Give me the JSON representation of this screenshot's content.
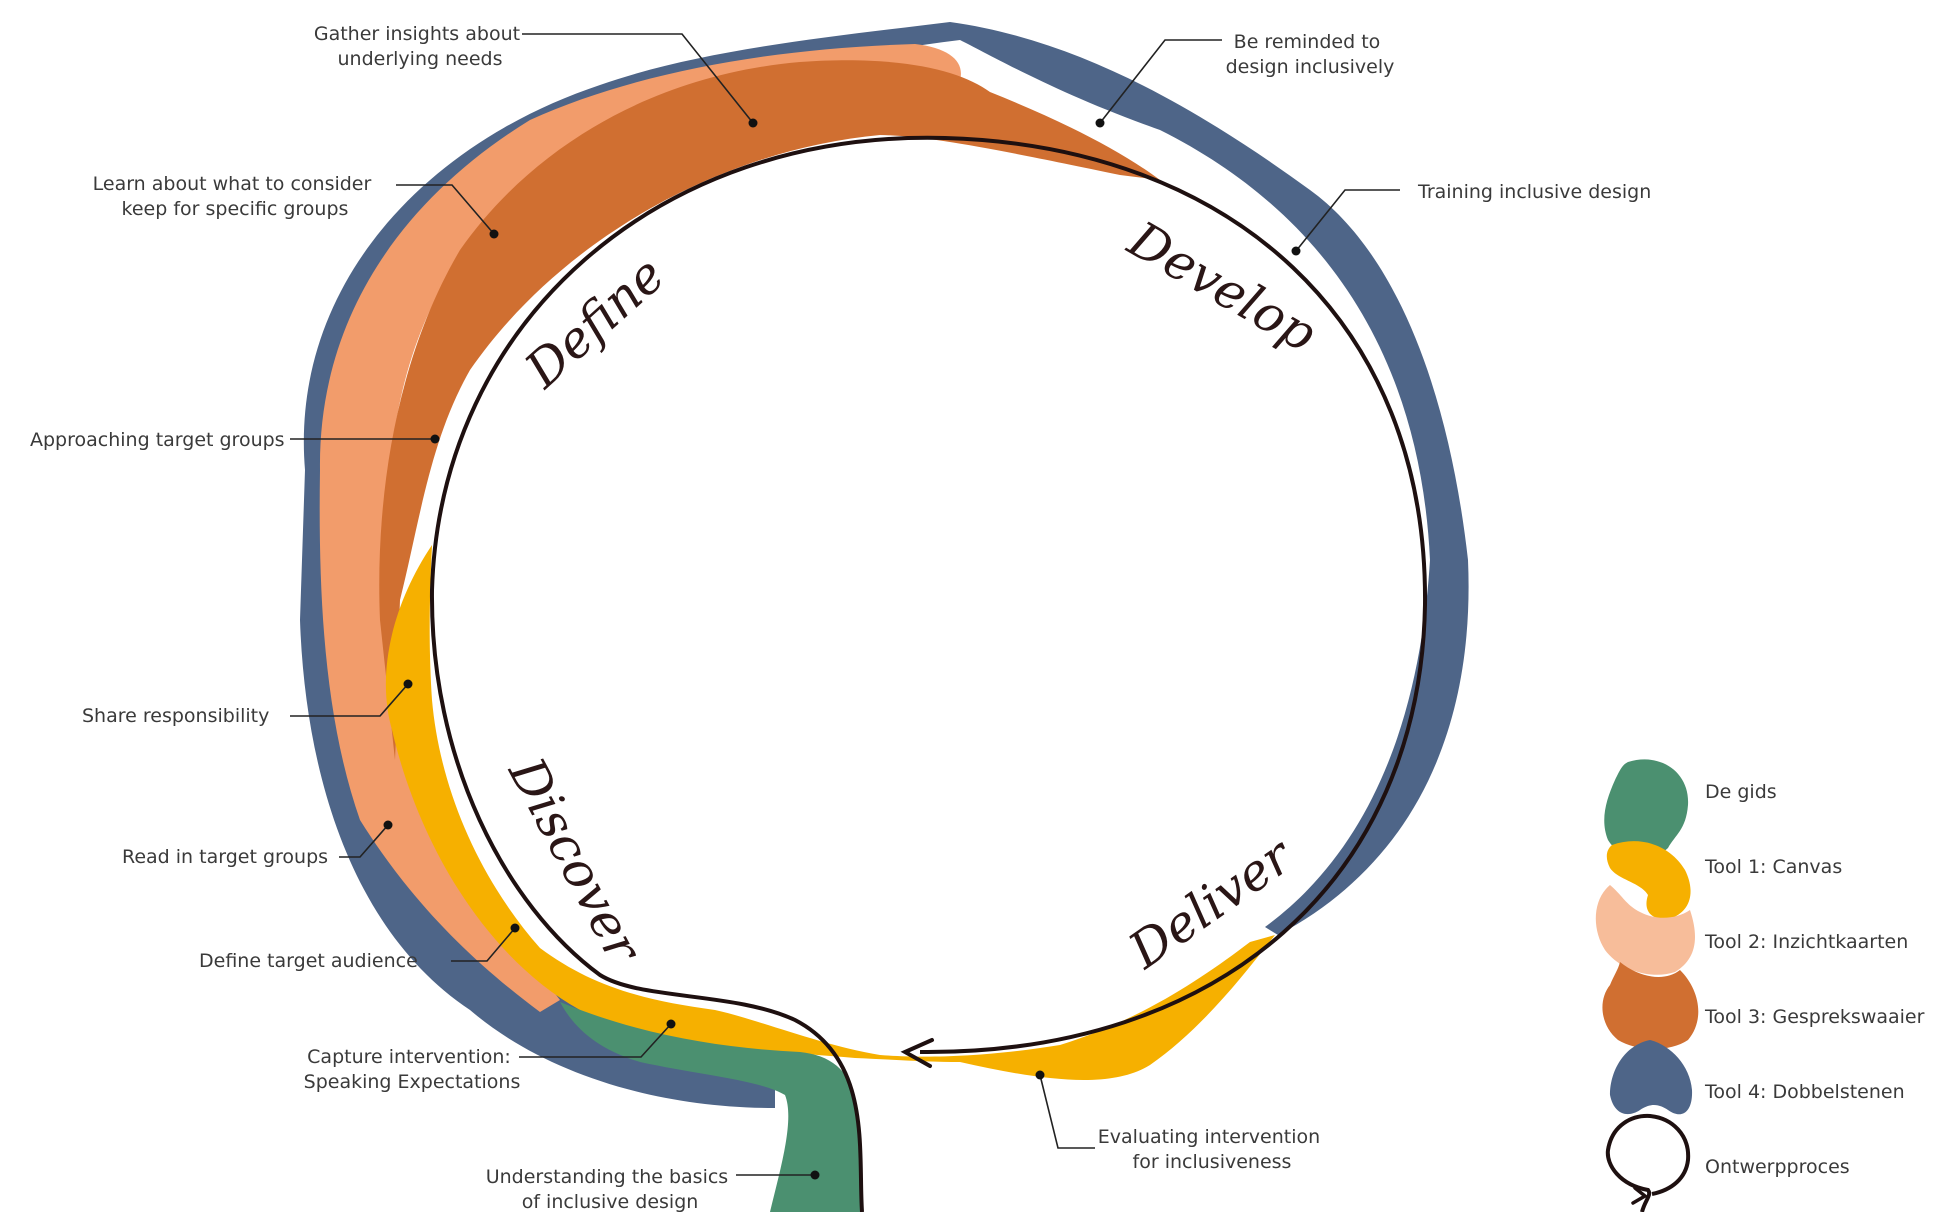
{
  "colors": {
    "de_gids": "#4b9070",
    "canvas": "#f6b000",
    "inzichtkaarten": "#f29c6b",
    "gespreks": "#d06f31",
    "dobbelstenen": "#4e6588",
    "process_line": "#1e1010"
  },
  "phases": {
    "define": "Define",
    "develop": "Develop",
    "discover": "Discover",
    "deliver": "Deliver"
  },
  "labels": {
    "gather": [
      "Gather insights about",
      "underlying needs"
    ],
    "reminded": [
      "Be reminded to",
      "design inclusively"
    ],
    "training": [
      "Training inclusive design"
    ],
    "learn": [
      "Learn about what to consider",
      "keep for specific groups"
    ],
    "approach": [
      "Approaching target groups"
    ],
    "share": [
      "Share responsibility"
    ],
    "read": [
      "Read in target groups"
    ],
    "define_aud": [
      "Define target audience"
    ],
    "capture": [
      "Capture intervention:",
      "Speaking Expectations"
    ],
    "evaluating": [
      "Evaluating intervention",
      "for inclusiveness"
    ],
    "understanding": [
      "Understanding the basics",
      "of inclusive design"
    ]
  },
  "legend": [
    {
      "label": "De gids",
      "icon": "de-gids-blob"
    },
    {
      "label": "Tool 1: Canvas",
      "icon": "canvas-blob"
    },
    {
      "label": "Tool 2: Inzichtkaarten",
      "icon": "inzichtkaarten-blob"
    },
    {
      "label": "Tool 3: Gesprekswaaier",
      "icon": "gesprekswaaier-blob"
    },
    {
      "label": "Tool 4: Dobbelstenen",
      "icon": "dobbelstenen-blob"
    },
    {
      "label": "Ontwerpproces",
      "icon": "process-loop-icon"
    }
  ]
}
